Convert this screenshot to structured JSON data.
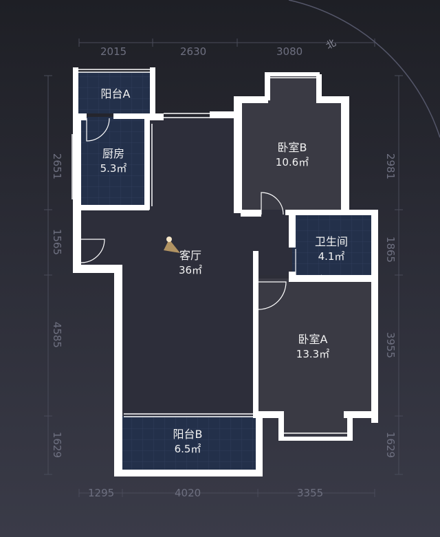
{
  "top_dims": [
    "2015",
    "2630",
    "3080"
  ],
  "bottom_dims": [
    "1295",
    "4020",
    "3355"
  ],
  "left_dims": [
    "2651",
    "1565",
    "4585",
    "1629"
  ],
  "right_dims": [
    "2981",
    "1865",
    "3955",
    "1629"
  ],
  "compass_label": "北",
  "rooms": [
    {
      "name": "阳台A",
      "area": ""
    },
    {
      "name": "厨房",
      "area": "5.3㎡"
    },
    {
      "name": "卧室B",
      "area": "10.6㎡"
    },
    {
      "name": "卫生间",
      "area": "4.1㎡"
    },
    {
      "name": "客厅",
      "area": "36㎡"
    },
    {
      "name": "卧室A",
      "area": "13.3㎡"
    },
    {
      "name": "阳台B",
      "area": "6.5㎡"
    }
  ],
  "colors": {
    "wall": "#ffffff",
    "floor": "#2d2e3a",
    "tile": "#24304a",
    "bedroom": "#3a3a44"
  }
}
